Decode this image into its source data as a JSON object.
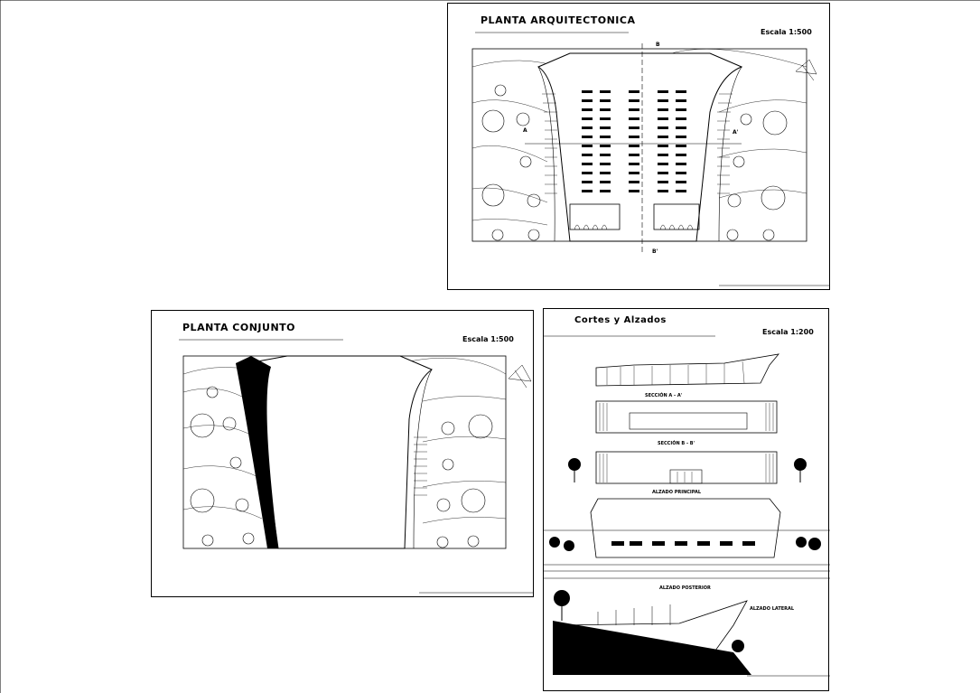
{
  "sheets": {
    "arquitectonica": {
      "title": "PLANTA  ARQUITECTONICA",
      "scale": "Escala 1:500",
      "cut_b": "B",
      "cut_b2": "B'",
      "cut_a": "A",
      "cut_a2": "A'"
    },
    "conjunto": {
      "title": "PLANTA  CONJUNTO",
      "scale": "Escala 1:500"
    },
    "cortes": {
      "title": "Cortes y Alzados",
      "scale": "Escala 1:200",
      "seccion_a": "SECCIÓN A - A'",
      "seccion_b": "SECCIÓN B - B'",
      "alzado_principal": "ALZADO PRINCIPAL",
      "alzado_posterior": "ALZADO POSTERIOR",
      "alzado_lateral": "ALZADO LATERAL"
    }
  }
}
